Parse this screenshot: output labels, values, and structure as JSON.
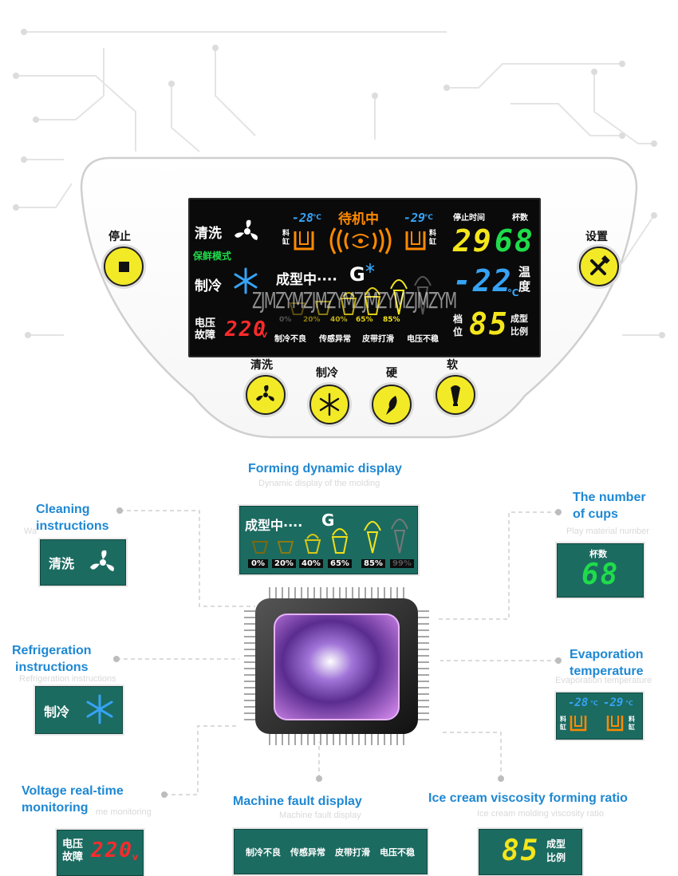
{
  "panel": {
    "stop_label": "停止",
    "settings_label": "设置",
    "lcd": {
      "standby": "待机中",
      "temp_left": "-28",
      "temp_left_unit": "℃",
      "temp_right": "-29",
      "temp_right_unit": "℃",
      "cylinder_left": "料\n缸",
      "cylinder_right": "料\n缸",
      "stop_time": "停止时间",
      "cup_count_label": "杯数",
      "stop_time_digits": "29",
      "cup_digits": "68",
      "clean": "清洗",
      "keep_fresh": "保鲜模式",
      "cooling": "制冷",
      "forming": "成型中····",
      "g_mark": "G",
      "temp_big": "-22",
      "temp_big_unit": "℃",
      "temp_label": "温\n度",
      "percent_labels": [
        "0%",
        "20%",
        "40%",
        "65%",
        "85%"
      ],
      "voltage_label": "电压\n故障",
      "voltage_digits": "220",
      "voltage_unit": "V",
      "faults": [
        "制冷不良",
        "传感异常",
        "皮带打滑",
        "电压不稳"
      ],
      "gear_label": "档\n位",
      "gear_digits": "85",
      "ratio_label": "成型\n比例",
      "watermark": "ZJMZYMZJMZYMZJMZYMZJMZYM"
    },
    "buttons": [
      {
        "label": "清洗",
        "icon": "fan-icon"
      },
      {
        "label": "制冷",
        "icon": "snowflake-icon"
      },
      {
        "label": "硬",
        "icon": "hard-icon"
      },
      {
        "label": "软",
        "icon": "soft-icon"
      }
    ]
  },
  "callouts": {
    "forming_title": "Forming dynamic display",
    "forming_sub": "Dynamic display of the molding",
    "forming_box": {
      "text": "成型中····",
      "g": "G",
      "percents": [
        "0%",
        "20%",
        "40%",
        "65%",
        "85%",
        "99%"
      ]
    },
    "cleaning_title": "Cleaning\ninstructions",
    "cleaning_sub": "Wa",
    "cleaning_box": "清洗",
    "cups_title": "The number\nof cups",
    "cups_sub": "Play material number",
    "cups_box_label": "杯数",
    "cups_box_digits": "68",
    "refrig_title": "Refrigeration\ninstructions",
    "refrig_sub": "Refrigeration instructions",
    "refrig_box": "制冷",
    "evap_title": "Evaporation\ntemperature",
    "evap_sub": "Evaporation temperature",
    "evap_box": {
      "left": "-28",
      "right": "-29",
      "unit": "℃",
      "cyl": "料\n缸"
    },
    "voltage_title": "Voltage real-time\nmonitoring",
    "voltage_sub": "me monitoring",
    "voltage_box": {
      "label": "电压\n故障",
      "digits": "220",
      "unit": "V"
    },
    "fault_title": "Machine fault display",
    "fault_sub": "Machine fault display",
    "fault_box": [
      "制冷不良",
      "传感异常",
      "皮带打滑",
      "电压不稳"
    ],
    "ratio_title": "Ice cream viscosity forming ratio",
    "ratio_sub": "Ice cream molding viscosity ratio",
    "ratio_box": {
      "digits": "85",
      "label": "成型\n比例"
    }
  },
  "colors": {
    "callout_title": "#1e88d3",
    "teal_box": "#1c6b61",
    "button_yellow": "#f3ea27",
    "segment_yellow": "#f4e61b",
    "segment_green": "#1fdc4a",
    "segment_blue": "#36a3f5",
    "segment_red": "#ff2a2a",
    "standby_orange": "#ff8a00"
  }
}
